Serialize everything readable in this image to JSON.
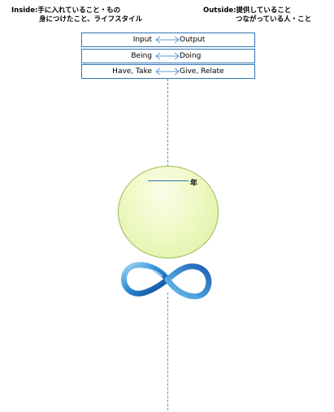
{
  "headings": {
    "inside_line1": "Inside:手に入れていること・もの",
    "inside_line2": "身につけたこと、ライフスタイル",
    "outside_line1": "Outside:提供していること",
    "outside_line2": "つながっている人・こと"
  },
  "pairs": [
    {
      "left": "Input",
      "right": "Output"
    },
    {
      "left": "Being",
      "right": "Doing"
    },
    {
      "left": "Have, Take",
      "right": "Give, Relate"
    }
  ],
  "year_label": "年",
  "colors": {
    "accent_blue": "#2e75b6",
    "line_blue": "#5b9bd5",
    "oval_fill": "#eef9c4",
    "oval_border": "#9bbb59"
  },
  "icons": [
    "double-arrow-icon",
    "infinity-icon"
  ]
}
